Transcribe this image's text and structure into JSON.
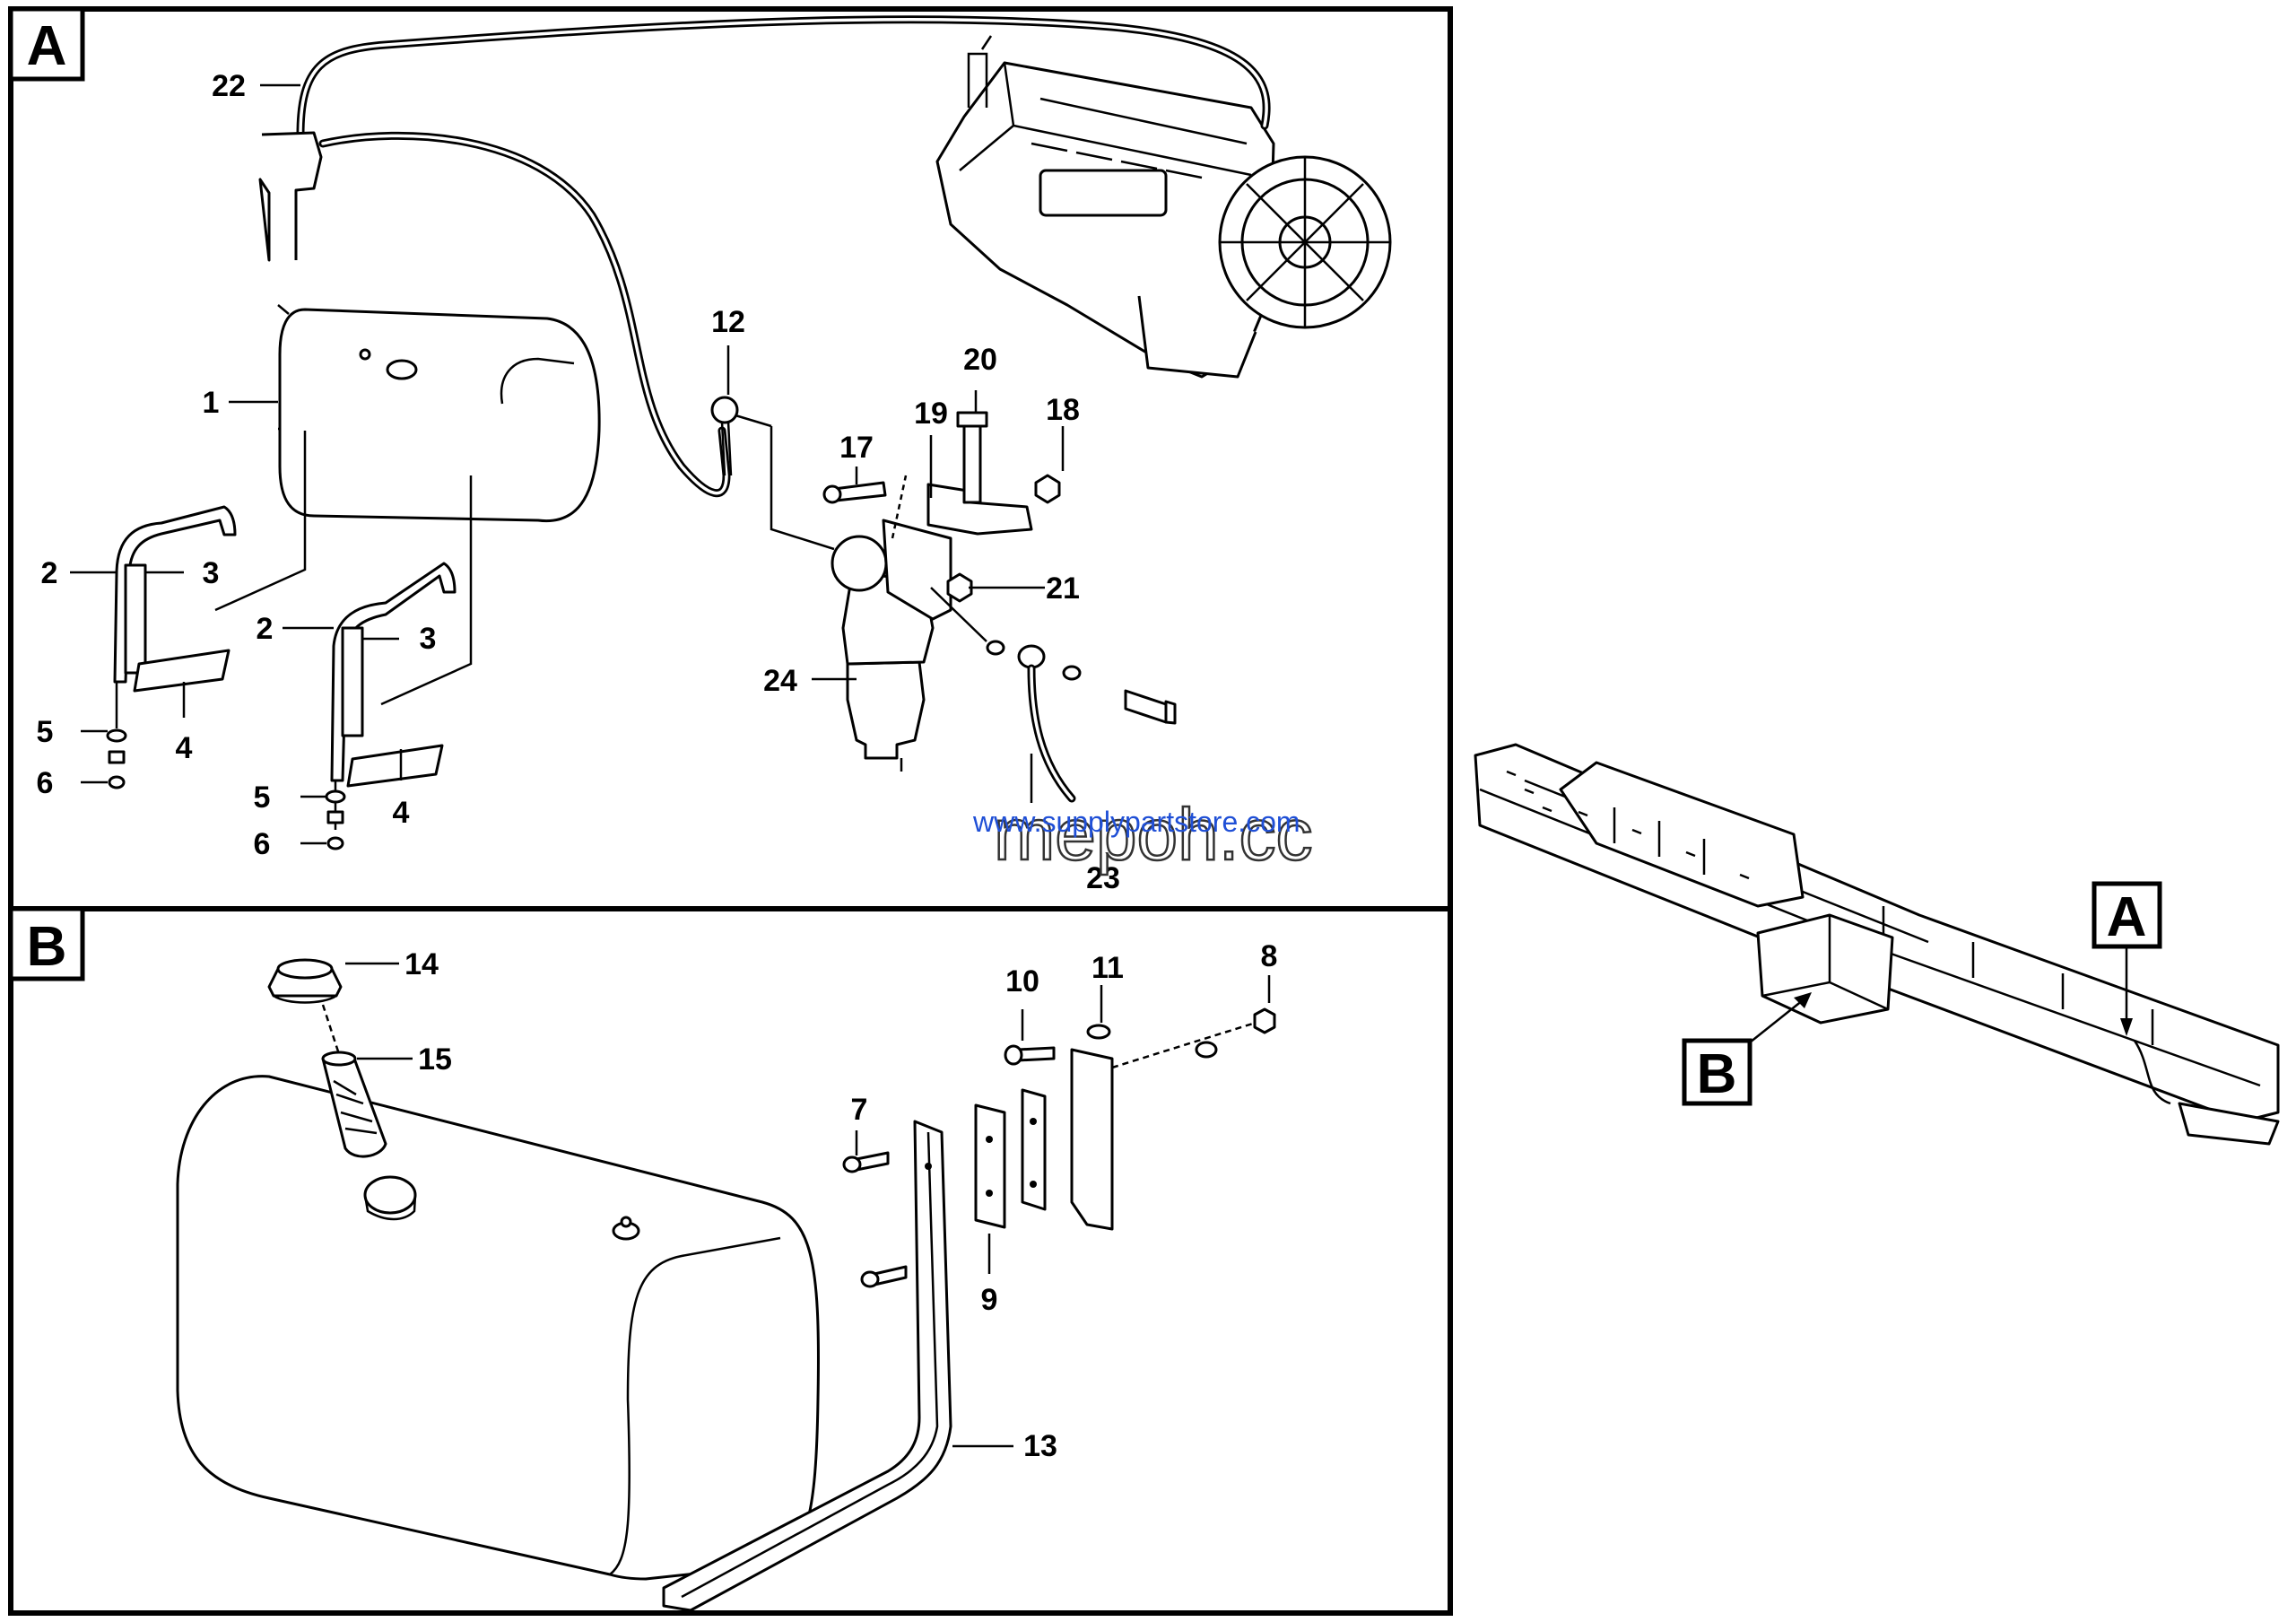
{
  "sections": {
    "a": {
      "tag": "A"
    },
    "b": {
      "tag": "B"
    }
  },
  "locator": {
    "tag_a": "A",
    "tag_b": "B"
  },
  "callouts": {
    "a": [
      "22",
      "1",
      "2",
      "3",
      "4",
      "5",
      "6",
      "2",
      "3",
      "4",
      "5",
      "6",
      "12",
      "17",
      "19",
      "20",
      "18",
      "21",
      "24",
      "23"
    ],
    "b": [
      "14",
      "15",
      "10",
      "11",
      "8",
      "7",
      "9",
      "13"
    ]
  },
  "watermark": {
    "url": "www.supplypartstore.com",
    "brand": "mepoh.cc"
  }
}
